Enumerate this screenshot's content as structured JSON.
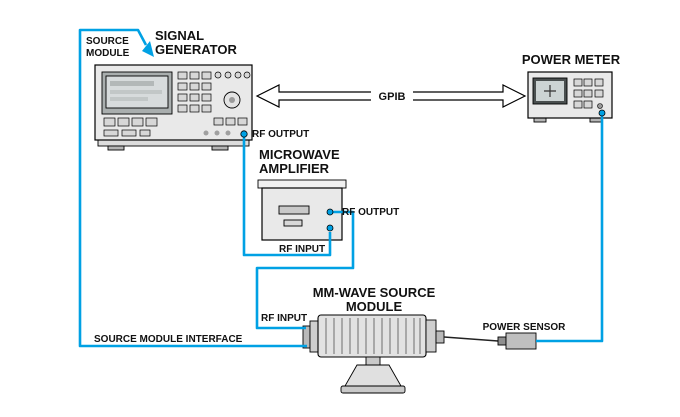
{
  "colors": {
    "cable": "#00a1e4",
    "connector": "#00a1e4",
    "instrument_fill": "#e9e9e9",
    "outline": "#000000"
  },
  "labels": {
    "source_module": {
      "line1": "SOURCE",
      "line2": "MODULE"
    },
    "signal_generator": {
      "line1": "SIGNAL",
      "line2": "GENERATOR"
    },
    "power_meter": "POWER METER",
    "gpib": "GPIB",
    "sig_gen_rf_output": "RF OUTPUT",
    "microwave_amplifier": {
      "line1": "MICROWAVE",
      "line2": "AMPLIFIER"
    },
    "amp_rf_output": "RF OUTPUT",
    "amp_rf_input": "RF INPUT",
    "mm_wave_source_module": {
      "line1": "MM-WAVE SOURCE",
      "line2": "MODULE"
    },
    "module_rf_input": "RF INPUT",
    "source_module_interface": "SOURCE MODULE INTERFACE",
    "power_sensor": "POWER SENSOR"
  }
}
